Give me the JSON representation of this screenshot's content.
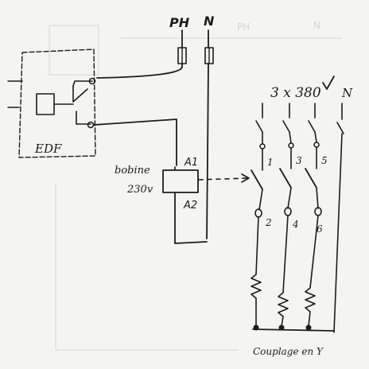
{
  "labels": {
    "phase": "PH",
    "neutral": "N",
    "meter": "EDF",
    "coil_name": "bobine",
    "coil_voltage": "230v",
    "coil_a1": "A1",
    "coil_a2": "A2",
    "supply": "3 x 380",
    "supply_neutral": "N",
    "contact_1": "1",
    "contact_3": "3",
    "contact_5": "5",
    "output_2": "2",
    "output_4": "4",
    "output_6": "6",
    "wiring": "Couplage en Y"
  },
  "ghost_labels": {
    "faint_ph": "PH",
    "faint_n": "N"
  },
  "colors": {
    "ink": "#1c1c1c",
    "paper": "#f4f4f2",
    "ghost": "#d9d9d6"
  }
}
